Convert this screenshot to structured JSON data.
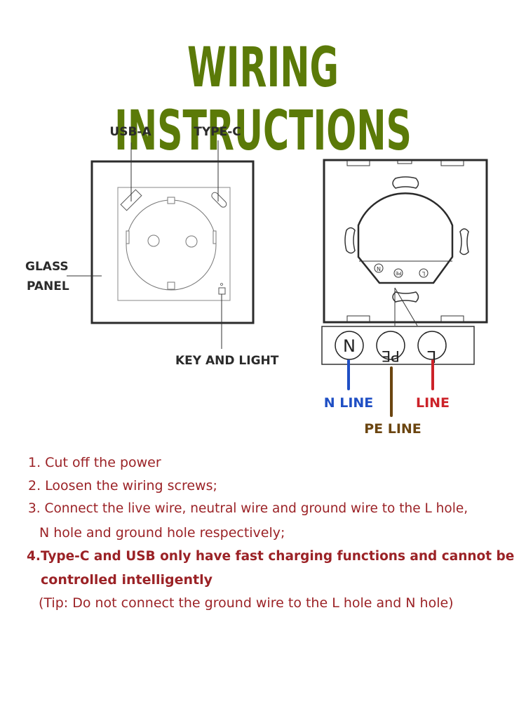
{
  "title": "WIRING INSTRUCTIONS",
  "colors": {
    "title": "#5b7a08",
    "instructions": "#9b2226",
    "n_line": "#1f4fc4",
    "pe_line": "#6b4510",
    "l_line": "#cc2229",
    "label": "#2b2b2b"
  },
  "front_diagram": {
    "labels": {
      "usb_a": "USB-A",
      "type_c": "TYPE-C",
      "glass_panel_1": "GLASS",
      "glass_panel_2": "PANEL",
      "key_and_light": "KEY AND LIGHT"
    }
  },
  "back_diagram": {
    "terminals": {
      "n": "N",
      "pe": "PE",
      "l": "L"
    },
    "wire_labels": {
      "n_line": "N LINE",
      "pe_line": "PE LINE",
      "l_line": "LINE"
    }
  },
  "instructions": {
    "step1": "1. Cut off the power",
    "step2": "2. Loosen the wiring screws;",
    "step3a": "3. Connect the live wire, neutral wire and ground wire to the L hole,",
    "step3b": "N hole and ground hole respectively;",
    "step4a": "4.Type-C and USB only have fast charging functions and cannot be",
    "step4b": "controlled intelligently",
    "tip": "(Tip: Do not connect the ground wire to the L hole and N hole)"
  }
}
